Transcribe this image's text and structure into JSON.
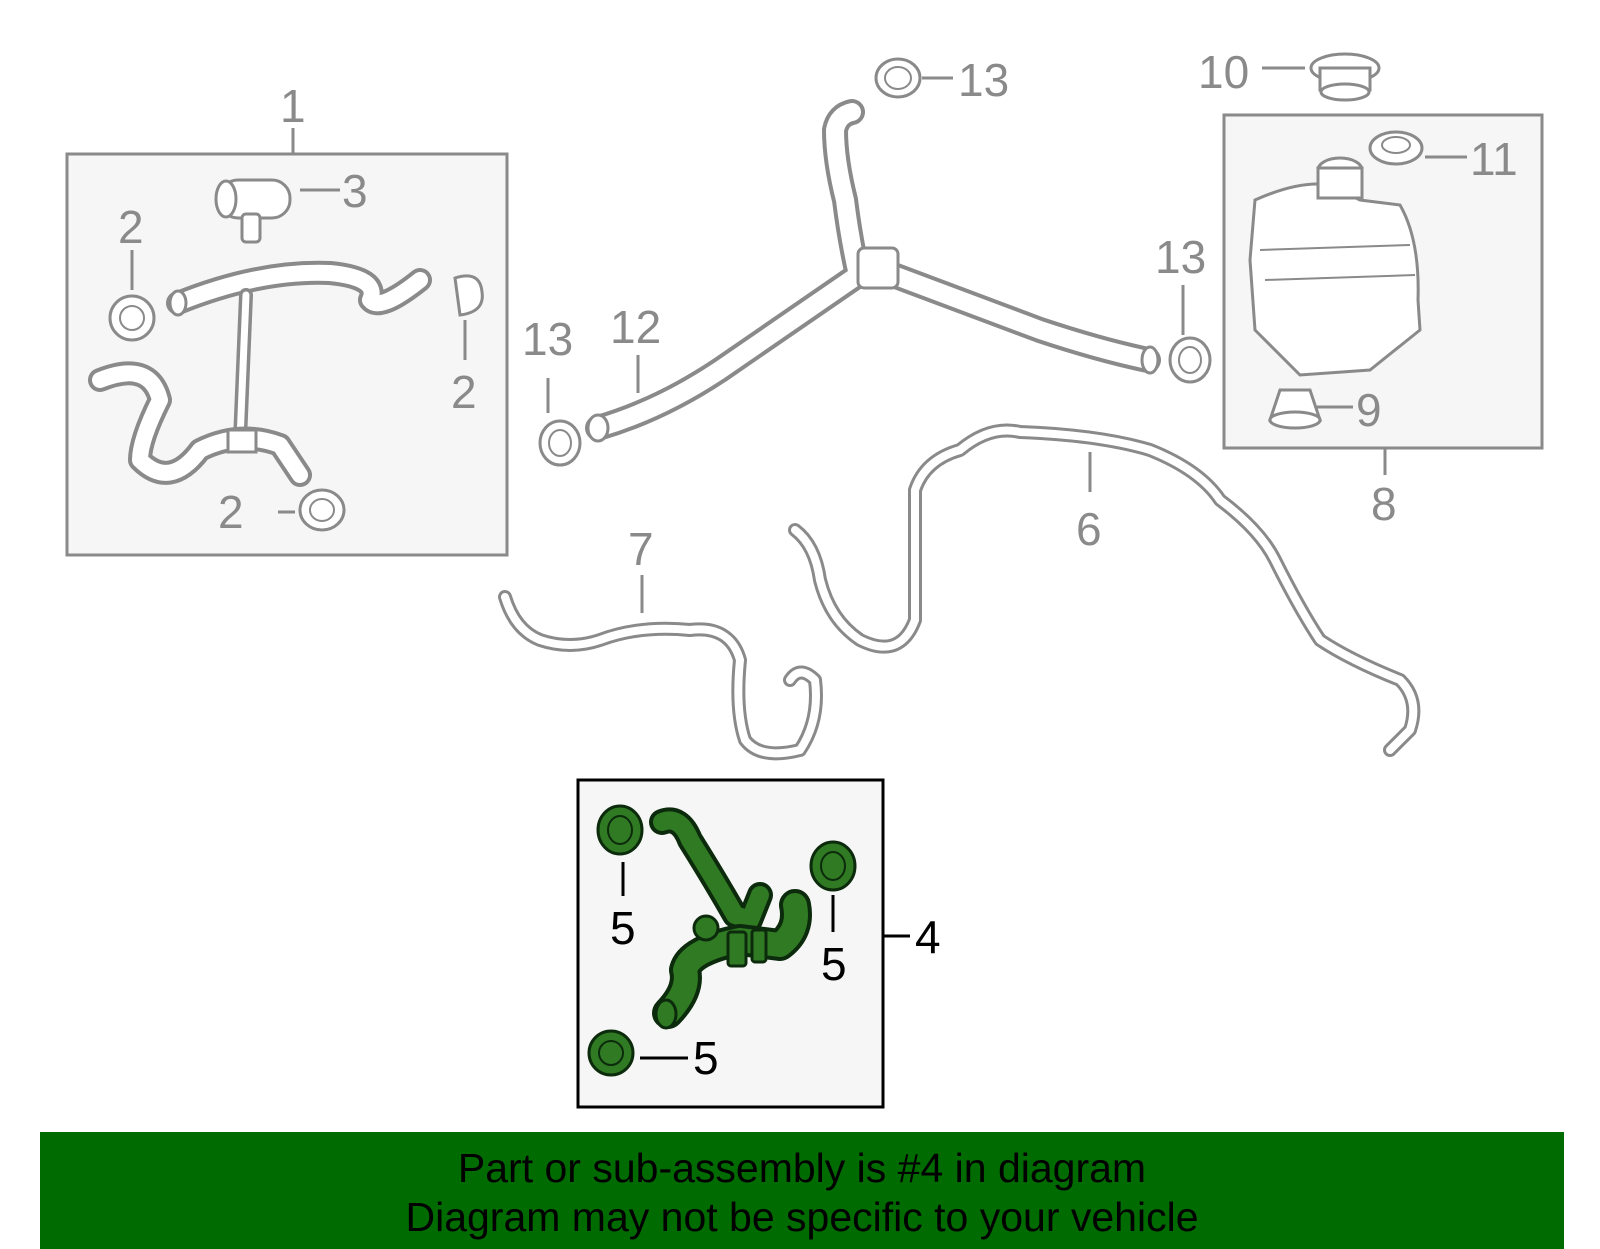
{
  "diagram": {
    "callouts": {
      "c1": "1",
      "c2a": "2",
      "c2b": "2",
      "c2c": "2",
      "c3": "3",
      "c4": "4",
      "c5a": "5",
      "c5b": "5",
      "c5c": "5",
      "c6": "6",
      "c7": "7",
      "c8": "8",
      "c9": "9",
      "c10": "10",
      "c11": "11",
      "c12": "12",
      "c13a": "13",
      "c13b": "13",
      "c13c": "13"
    },
    "highlight_part": "4",
    "colors": {
      "highlight": "#2f7a23",
      "part_outline": "#8a8a8a",
      "panel": "#f6f6f6",
      "banner": "#006b00"
    }
  },
  "banner": {
    "line1": "Part or sub-assembly is #4 in diagram",
    "line2": "Diagram may not be specific to your vehicle"
  }
}
